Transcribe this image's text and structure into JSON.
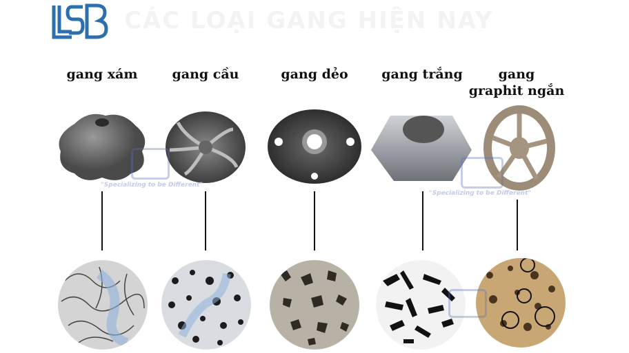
{
  "header": {
    "logo_text": "LSB",
    "title": "CÁC LOẠI GANG HIỆN NAY"
  },
  "watermark": {
    "logo_text": "LSB",
    "slogan": "\"Specializing to be Different\""
  },
  "colors": {
    "brand": "#2b6fae",
    "text": "#111111"
  },
  "types": [
    {
      "label": "gang xám",
      "product": "star-knob-casting",
      "micro": "flake-graphite-structure"
    },
    {
      "label": "gang cầu",
      "product": "impeller-casting",
      "micro": "nodular-graphite-structure"
    },
    {
      "label": "gang dẻo",
      "product": "floor-flange-casting",
      "micro": "temper-carbon-structure"
    },
    {
      "label": "gang trắng",
      "product": "wedge-block-casting",
      "micro": "white-iron-structure"
    },
    {
      "label": "gang graphit ngắn",
      "label_line1": "gang",
      "label_line2": "graphit ngắn",
      "product": "wheel-casting",
      "micro": "compacted-graphite-structure"
    }
  ]
}
